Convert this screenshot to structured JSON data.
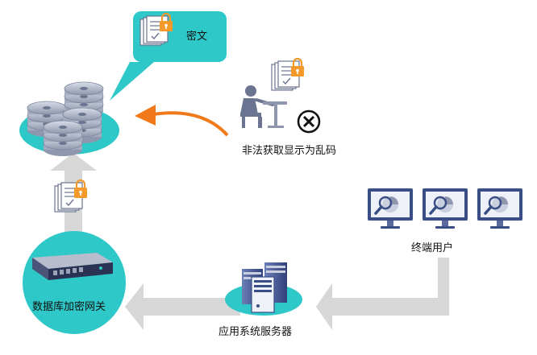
{
  "labels": {
    "ciphertext": "密文",
    "illegal_access": "非法获取显示为乱码",
    "end_users": "终端用户",
    "db_gateway": "数据库加密网关",
    "app_server": "应用系统服务器"
  },
  "icons": [
    "database-disks-icon",
    "encrypted-document-icon",
    "lock-icon",
    "person-at-desk-icon",
    "forbidden-x-icon",
    "monitor-chart-icon",
    "server-tower-icon",
    "rack-gateway-icon"
  ],
  "colors": {
    "teal": "#2ec8c8",
    "flow_arrow": "#d7d7d7",
    "attack_arrow": "#f07a1a",
    "lock": "#f39a2a",
    "disk": "#9aa3b8",
    "monitor": "#3a4e86"
  }
}
